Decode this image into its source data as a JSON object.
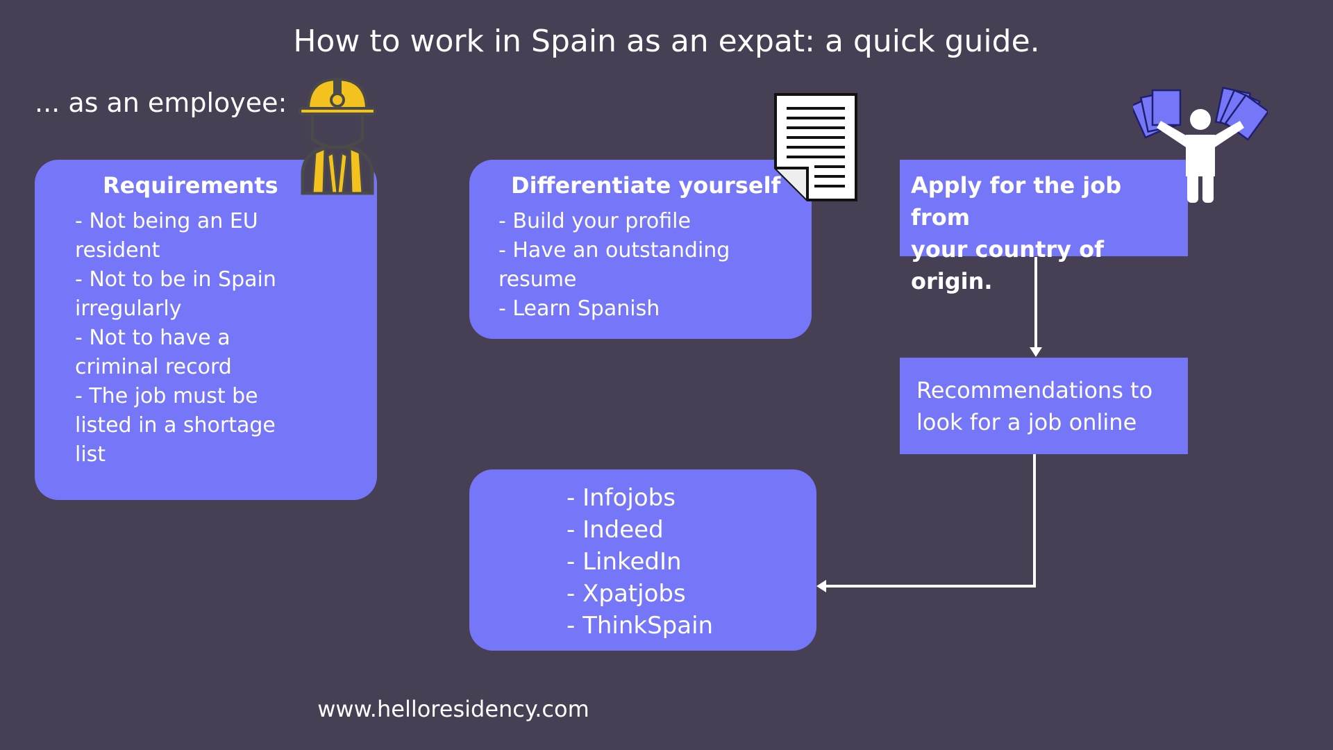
{
  "title": "How to work in Spain as an expat: a quick guide.",
  "subtitle": "... as an employee:",
  "requirements": {
    "heading": "Requirements",
    "lines": [
      "- Not being an EU",
      "resident",
      "- Not to be in Spain",
      "irregularly",
      "- Not to have a",
      "criminal record",
      "- The job must be",
      "listed in a shortage",
      "list"
    ]
  },
  "differentiate": {
    "heading": "Differentiate yourself",
    "lines": [
      "- Build your profile",
      "- Have an outstanding",
      "resume",
      "- Learn Spanish"
    ]
  },
  "apply": {
    "lines": [
      "Apply for the job from",
      "your country of origin."
    ]
  },
  "recommendations": {
    "lines": [
      "Recommendations to",
      "look for a job online"
    ]
  },
  "sites": {
    "items": [
      "- Infojobs",
      "- Indeed",
      "- LinkedIn",
      "- Xpatjobs",
      "- ThinkSpain"
    ]
  },
  "footer": "www.helloresidency.com",
  "colors": {
    "background": "#473f54",
    "box": "#7676f9",
    "helmet": "#f3c21f",
    "text": "#ffffff"
  },
  "icons": [
    "worker-icon",
    "document-icon",
    "job-seeker-icon",
    "arrow-down-icon",
    "arrow-left-icon"
  ]
}
